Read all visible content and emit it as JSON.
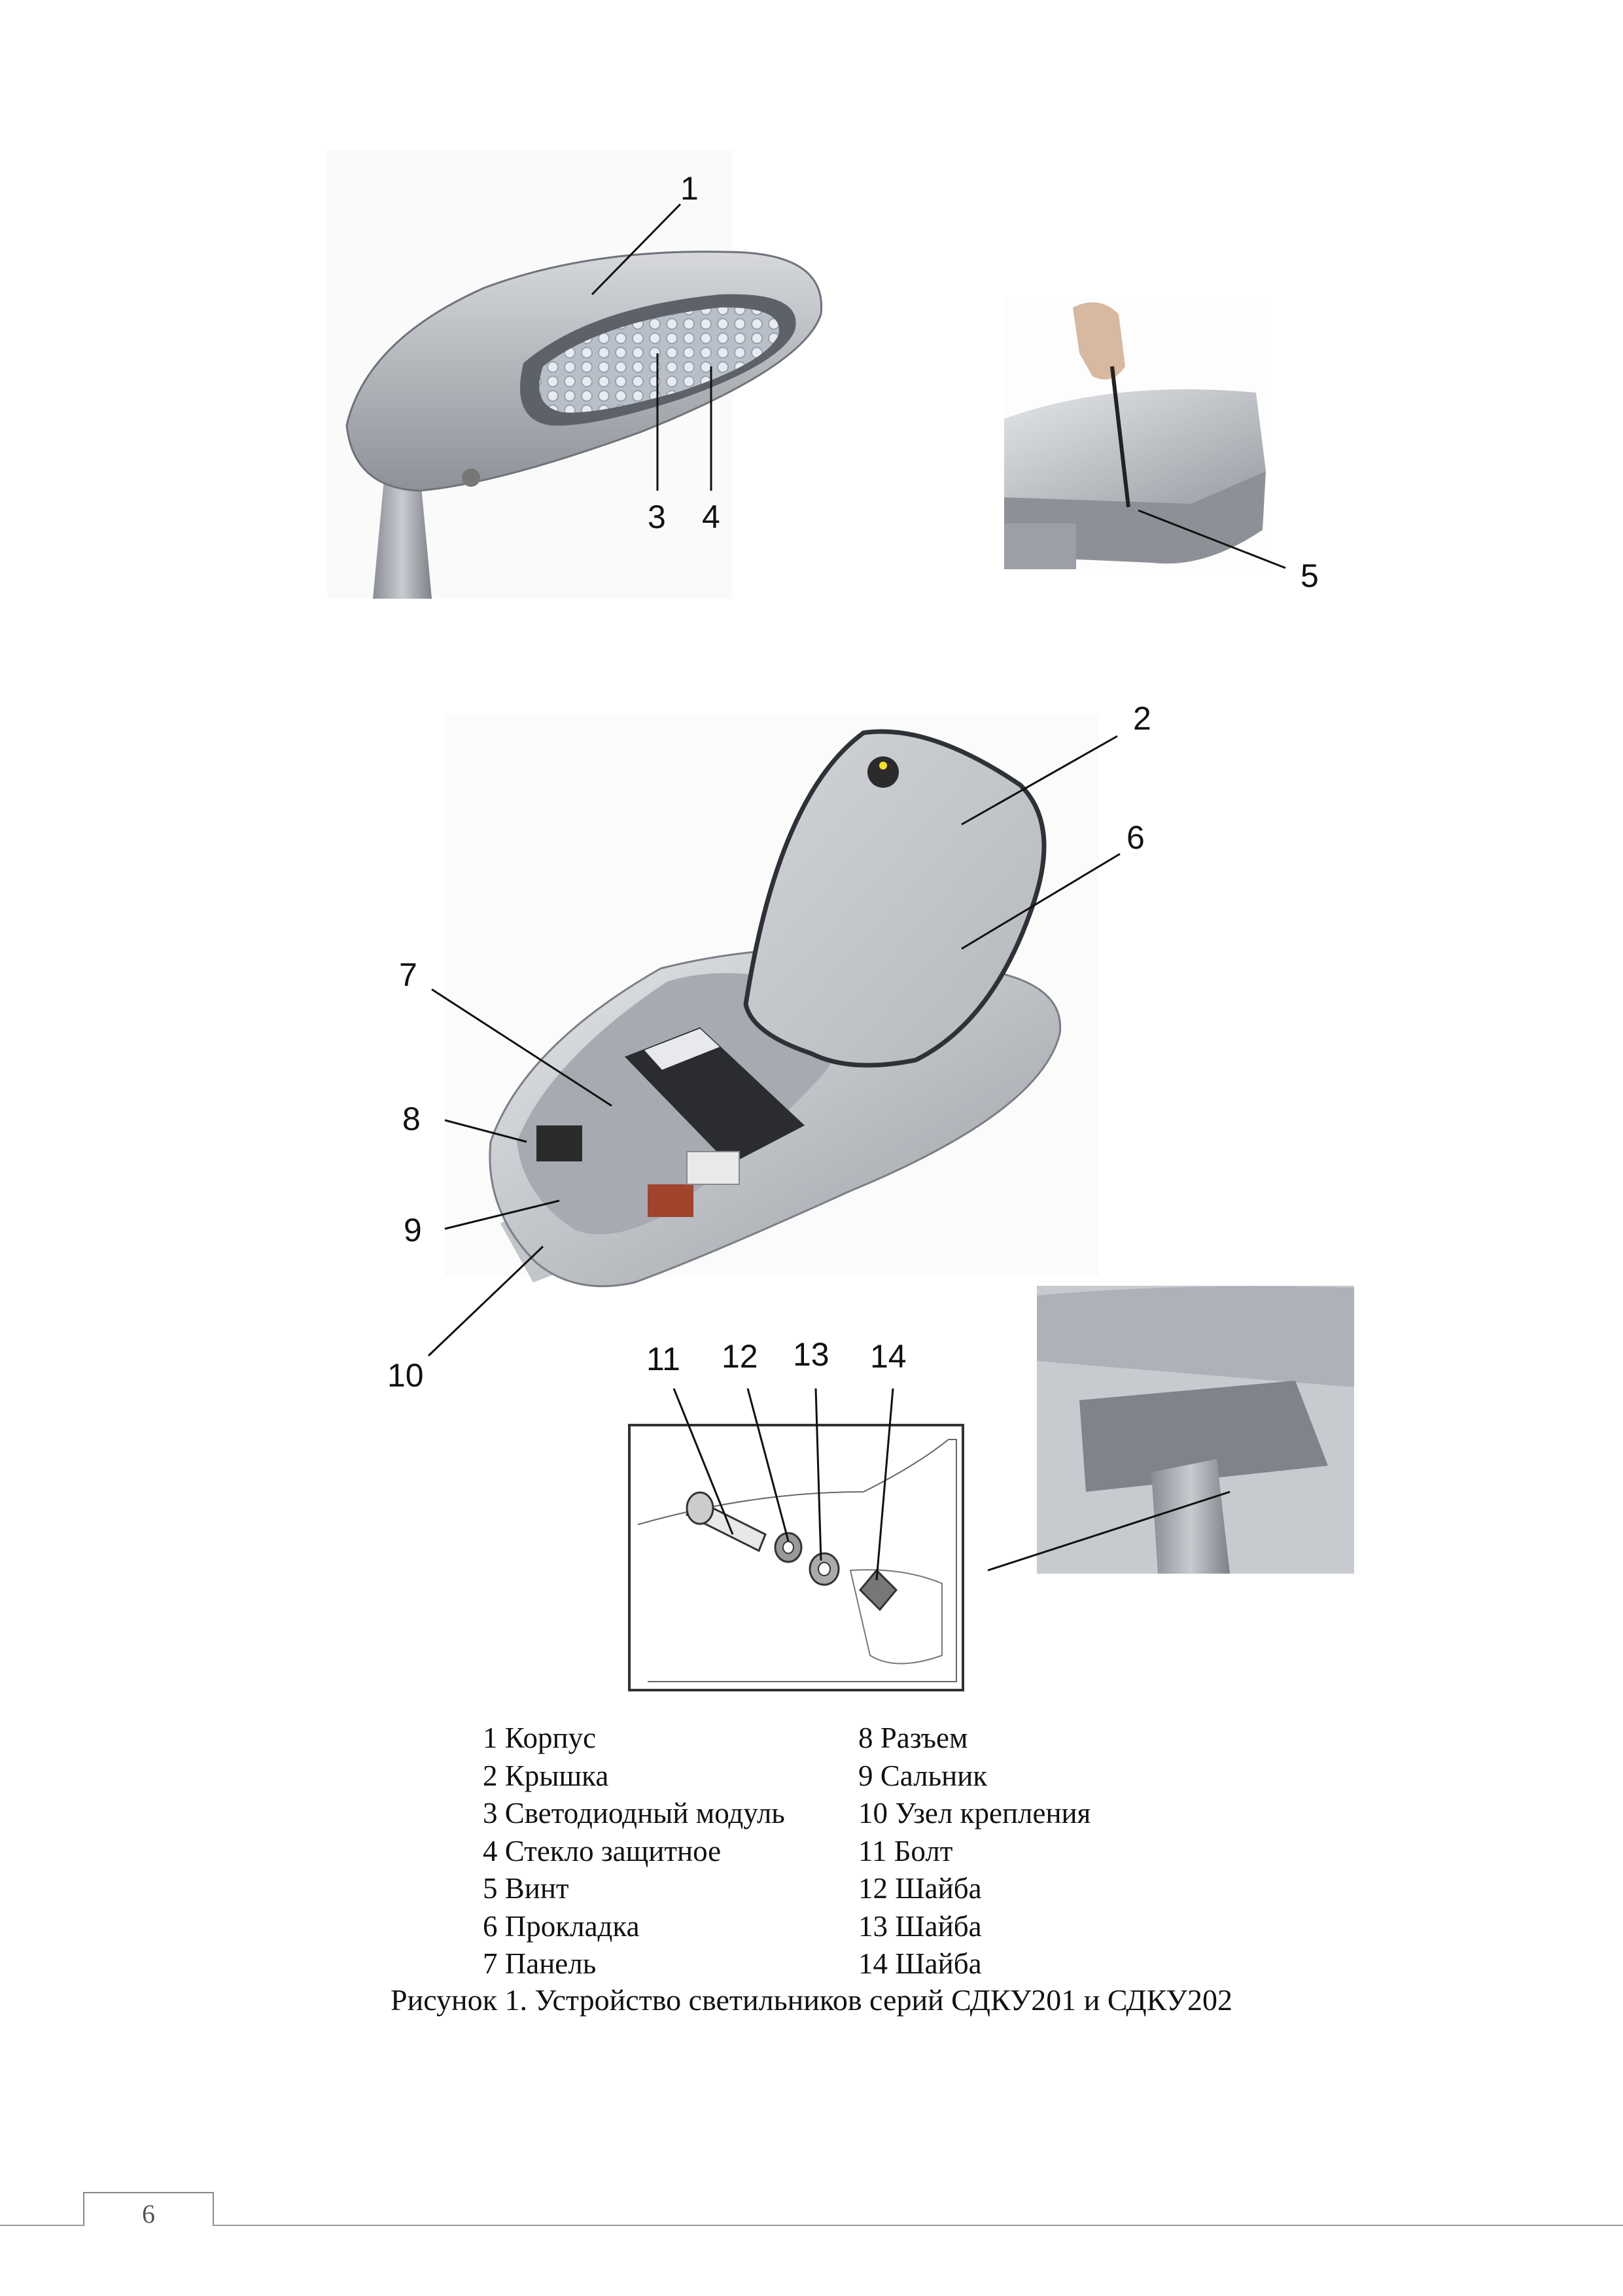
{
  "callouts": {
    "c1": "1",
    "c2": "2",
    "c3": "3",
    "c4": "4",
    "c5": "5",
    "c6": "6",
    "c7": "7",
    "c8": "8",
    "c9": "9",
    "c10": "10",
    "c11": "11",
    "c12": "12",
    "c13": "13",
    "c14": "14"
  },
  "legend": {
    "left": [
      "1 Корпус",
      "2 Крышка",
      "3 Светодиодный модуль",
      "4 Стекло защитное",
      "5 Винт",
      "6 Прокладка",
      "7 Панель"
    ],
    "right": [
      "8 Разъем",
      "9 Сальник",
      "10 Узел крепления",
      "11 Болт",
      "12 Шайба",
      "13 Шайба",
      "14 Шайба"
    ]
  },
  "caption": "Рисунок 1. Устройство светильников серий СДКУ201 и СДКУ202",
  "page_number": "6"
}
